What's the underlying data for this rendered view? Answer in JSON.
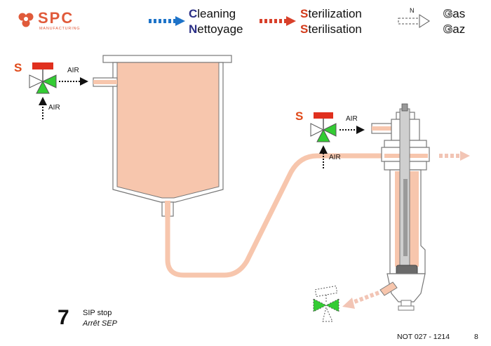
{
  "brand": {
    "name": "SPC",
    "tagline": "MANUFACTURING"
  },
  "legend": {
    "cleaning": {
      "initial": "C",
      "rest": "leaning",
      "color": "#2b2f86"
    },
    "nettoyage": {
      "initial": "N",
      "rest": "ettoyage"
    },
    "sterilization": {
      "initial": "S",
      "rest": "terilization",
      "color": "#d23a1a"
    },
    "sterilisation": {
      "initial": "S",
      "rest": "terilisation"
    },
    "gas": {
      "initial": "G",
      "rest": "as"
    },
    "gaz": {
      "initial": "G",
      "rest": "az"
    },
    "gas_arrow_label": "N"
  },
  "valves": {
    "left": {
      "label": "S",
      "air_out": "AIR",
      "air_in": "AIR"
    },
    "right": {
      "label": "S",
      "air_out": "AIR",
      "air_in": "AIR"
    }
  },
  "step": {
    "number": "7",
    "title": "SIP stop",
    "title_fr": "Arrêt SEP"
  },
  "footer": {
    "doc_ref": "NOT 027 - 1214",
    "page": "8"
  },
  "colors": {
    "fill": "#f7c6ad",
    "outline": "#777777",
    "valve_green": "#33cc33",
    "valve_red": "#e0301e",
    "cleaning_blue": "#1e73c8",
    "sterilization_red": "#d8402a"
  }
}
